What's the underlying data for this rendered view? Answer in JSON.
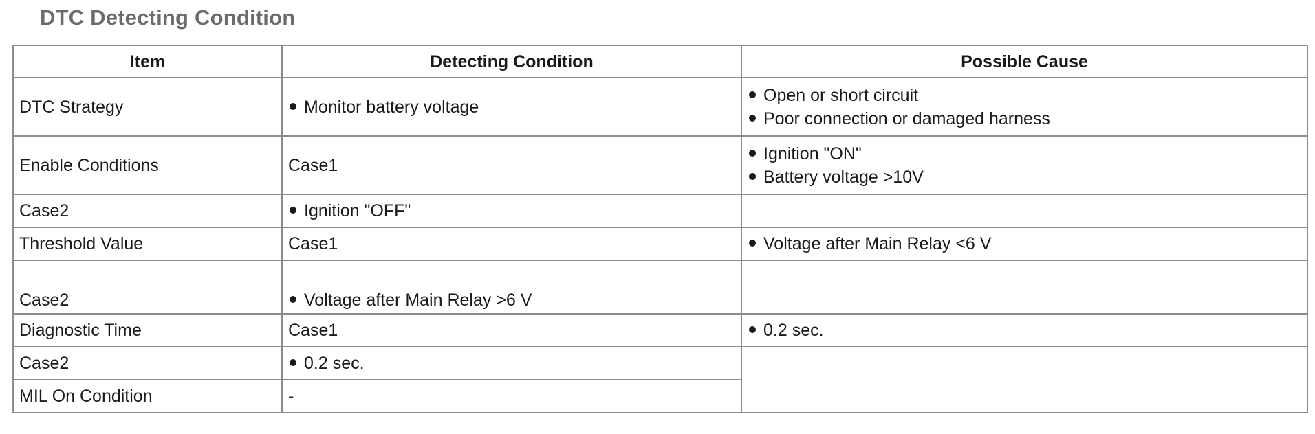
{
  "page": {
    "title": "DTC Detecting Condition"
  },
  "table": {
    "headers": [
      "Item",
      "Detecting Condition",
      "Possible Cause"
    ],
    "rows": [
      {
        "item": "DTC Strategy",
        "condition": [
          "Monitor battery voltage"
        ],
        "cause": [
          "Open or short circuit",
          "Poor connection or damaged harness"
        ]
      },
      {
        "item": "Enable Conditions",
        "condition_case": "Case1",
        "cause": [
          "Ignition \"ON\"",
          "Battery voltage >10V"
        ]
      },
      {
        "item": "Case2",
        "condition": [
          "Ignition \"OFF\""
        ]
      },
      {
        "item": "Threshold Value",
        "condition_case": "Case1",
        "cause": [
          "Voltage after Main Relay <6 V"
        ]
      },
      {
        "item": "Case2",
        "condition": [
          "Voltage after Main Relay >6 V"
        ]
      },
      {
        "item": "Diagnostic Time",
        "condition_case": "Case1",
        "cause": [
          "0.2 sec."
        ]
      },
      {
        "item": "Case2",
        "condition": [
          "0.2 sec."
        ]
      },
      {
        "item": "MIL On Condition",
        "condition_text": "-"
      }
    ]
  }
}
